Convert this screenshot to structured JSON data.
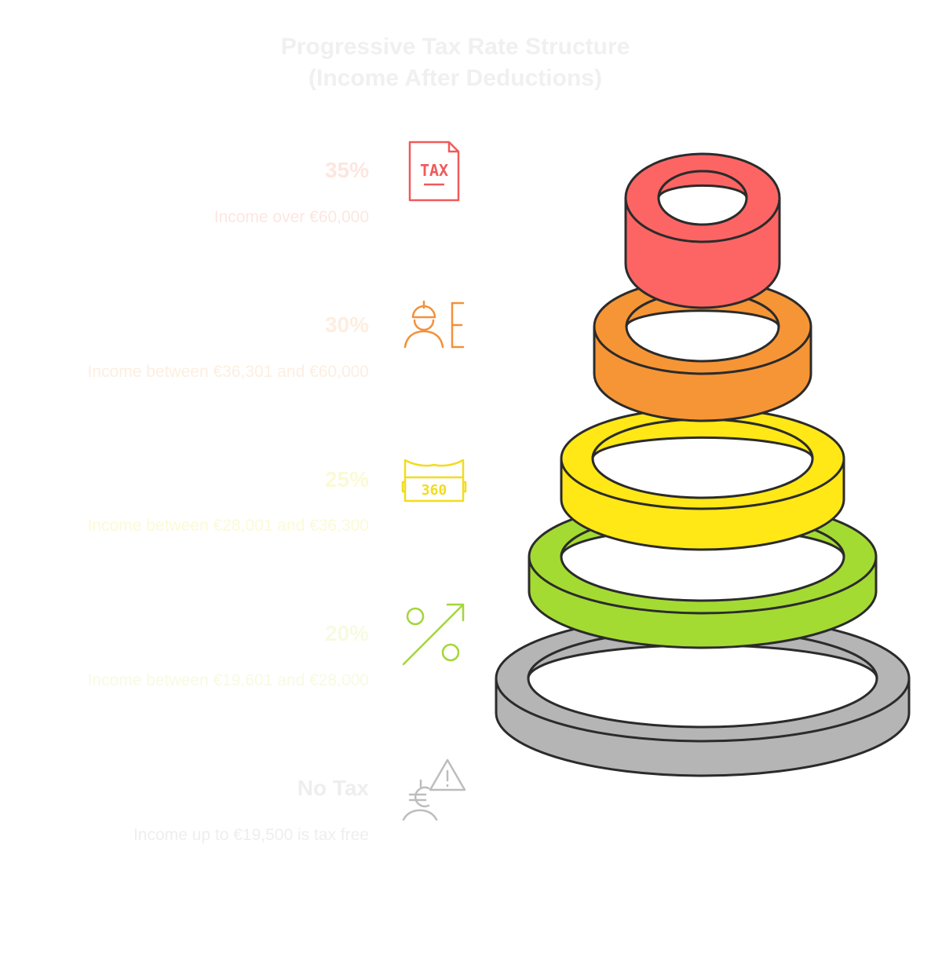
{
  "title": {
    "line1": "Progressive Tax Rate Structure",
    "line2": "(Income After Deductions)"
  },
  "colors": {
    "title": "#f0f0f0",
    "outline": "#2b2b2b"
  },
  "tiers": [
    {
      "rate": "35%",
      "description": "Income over €60,000",
      "icon": "tax-document-icon",
      "icon_text": "TAX",
      "color": "#fd6564",
      "label_color": "#fde6e0",
      "icon_color": "#f05a5a"
    },
    {
      "rate": "30%",
      "description": "Income between €36,301 and €60,000",
      "icon": "worker-euro-icon",
      "color": "#f69536",
      "label_color": "#fdeee0",
      "icon_color": "#f2913a"
    },
    {
      "rate": "25%",
      "description": "Income between €28,001 and €36,300",
      "icon": "bracket-360-icon",
      "icon_text": "360",
      "color": "#ffe815",
      "label_color": "#fcfad6",
      "icon_color": "#f2dc1e"
    },
    {
      "rate": "20%",
      "description": "Income between €19,601 and €28,000",
      "icon": "percent-arrow-icon",
      "color": "#a4db32",
      "label_color": "#f6fbe2",
      "icon_color": "#a3d63a"
    },
    {
      "rate": "No Tax",
      "description": "Income up to €19,500 is tax free",
      "icon": "euro-person-warning-icon",
      "color": "#b5b5b5",
      "label_color": "#eeeeee",
      "icon_color": "#bdbdbd"
    }
  ]
}
